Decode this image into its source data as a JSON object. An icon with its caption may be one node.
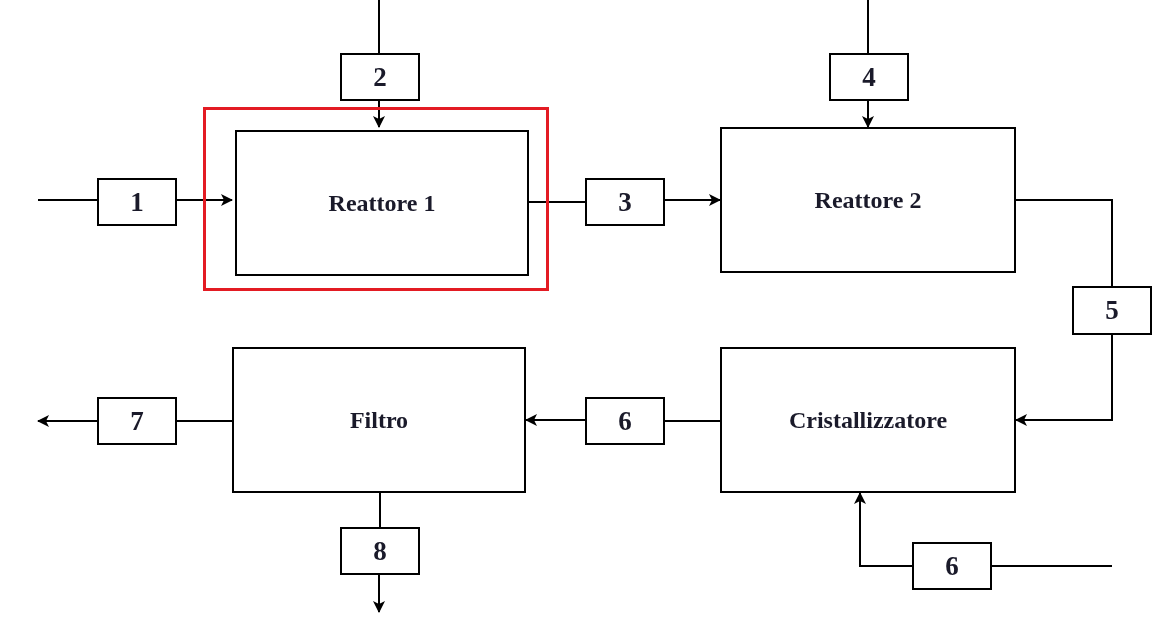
{
  "diagram": {
    "nodes": [
      {
        "text": [],
        "shape": "box"
      },
      {
        "text": [
          "1"
        ]
      },
      {
        "text": [
          "2"
        ]
      },
      {
        "text": [
          "Reattore 1"
        ],
        "in": 0
      },
      {
        "text": [
          "3"
        ]
      },
      {
        "text": [
          "4"
        ]
      },
      {
        "text": [
          "Reattore 2"
        ]
      },
      {
        "text": [
          "5"
        ]
      },
      {
        "text": [
          "7"
        ]
      },
      {
        "text": [
          "Filtro"
        ]
      },
      {
        "text": [
          "6"
        ]
      },
      {
        "text": [
          "Cristallizzatore"
        ]
      },
      {
        "text": [
          "8"
        ]
      },
      {
        "text": [
          "6"
        ]
      }
    ],
    "edges": [
      {
        "from": null,
        "to": 1,
        "arrow": "none"
      },
      {
        "from": 1,
        "to": 3,
        "arrow": "to"
      },
      {
        "from": null,
        "to": 2,
        "arrow": "none"
      },
      {
        "from": 2,
        "to": 3,
        "arrow": "to"
      },
      {
        "from": 3,
        "to": 4,
        "arrow": "none"
      },
      {
        "from": 4,
        "to": 6,
        "arrow": "to"
      },
      {
        "from": null,
        "to": 5,
        "arrow": "none"
      },
      {
        "from": 5,
        "to": 6,
        "arrow": "to"
      },
      {
        "from": 6,
        "to": 7,
        "arrow": "none"
      },
      {
        "from": 7,
        "to": 11,
        "arrow": "to"
      },
      {
        "from": 11,
        "to": 10,
        "arrow": "none"
      },
      {
        "from": 10,
        "to": 9,
        "arrow": "to"
      },
      {
        "from": 9,
        "to": 8,
        "arrow": "none"
      },
      {
        "from": 8,
        "to": null,
        "arrow": "to"
      },
      {
        "from": 9,
        "to": 12,
        "arrow": "none"
      },
      {
        "from": 12,
        "to": null,
        "arrow": "to"
      },
      {
        "from": null,
        "to": 13,
        "arrow": "none"
      },
      {
        "from": 13,
        "to": 11,
        "arrow": "to"
      }
    ]
  }
}
